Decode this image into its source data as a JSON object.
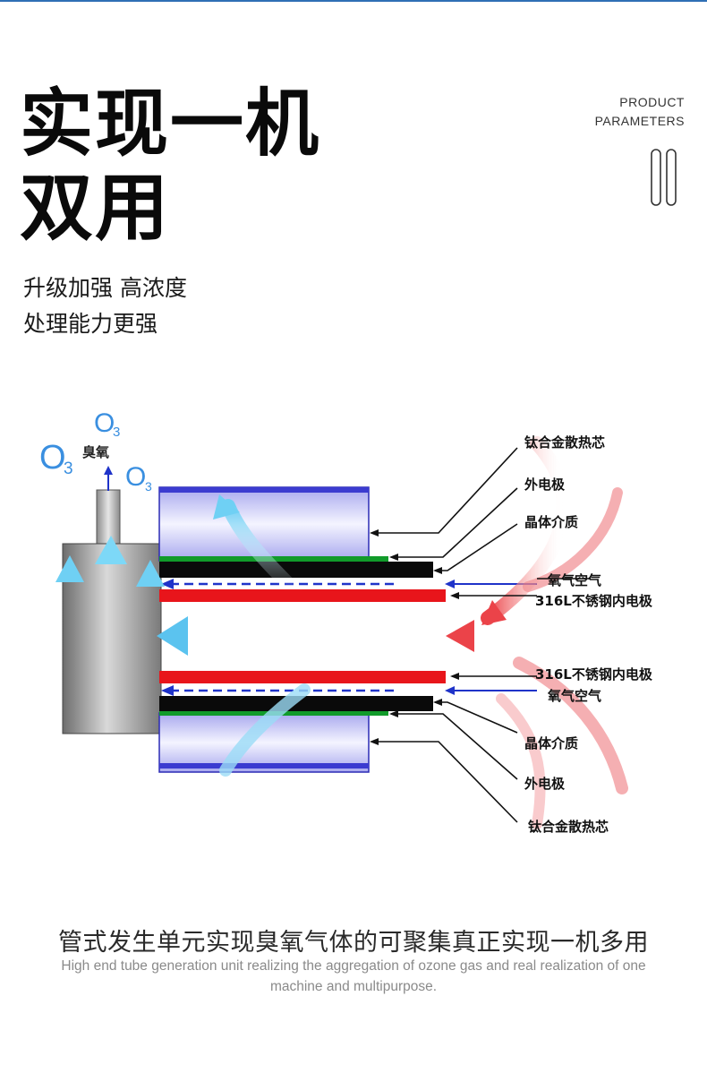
{
  "header": {
    "title_line1": "实现一机",
    "title_line2": "双用",
    "subtitle_line1": "升级加强 高浓度",
    "subtitle_line2": "处理能力更强",
    "product_label_line1": "PRODUCT",
    "product_label_line2": "PARAMETERS"
  },
  "diagram": {
    "ozone_symbol": "O",
    "ozone_subscript": "3",
    "ozone_label": "臭氧",
    "callouts_top": [
      "钛合金散热芯",
      "外电极",
      "晶体介质",
      "氧气空气",
      "316L不锈钢内电极"
    ],
    "callouts_bottom": [
      "316L不锈钢内电极",
      "氧气空气",
      "晶体介质",
      "外电极",
      "钛合金散热芯"
    ],
    "colors": {
      "inner_electrode": "#e8151b",
      "dielectric": "#0a0a0a",
      "outer_electrode": "#119b2a",
      "gas_flow": "#1f33c9",
      "ozone_blue": "#3a8fe0",
      "cooling_body": "#c8c8f5"
    }
  },
  "caption": {
    "chinese": "管式发生单元实现臭氧气体的可聚集真正实现一机多用",
    "english": "High end tube generation unit realizing the aggregation of ozone gas and real realization of one machine and multipurpose."
  }
}
